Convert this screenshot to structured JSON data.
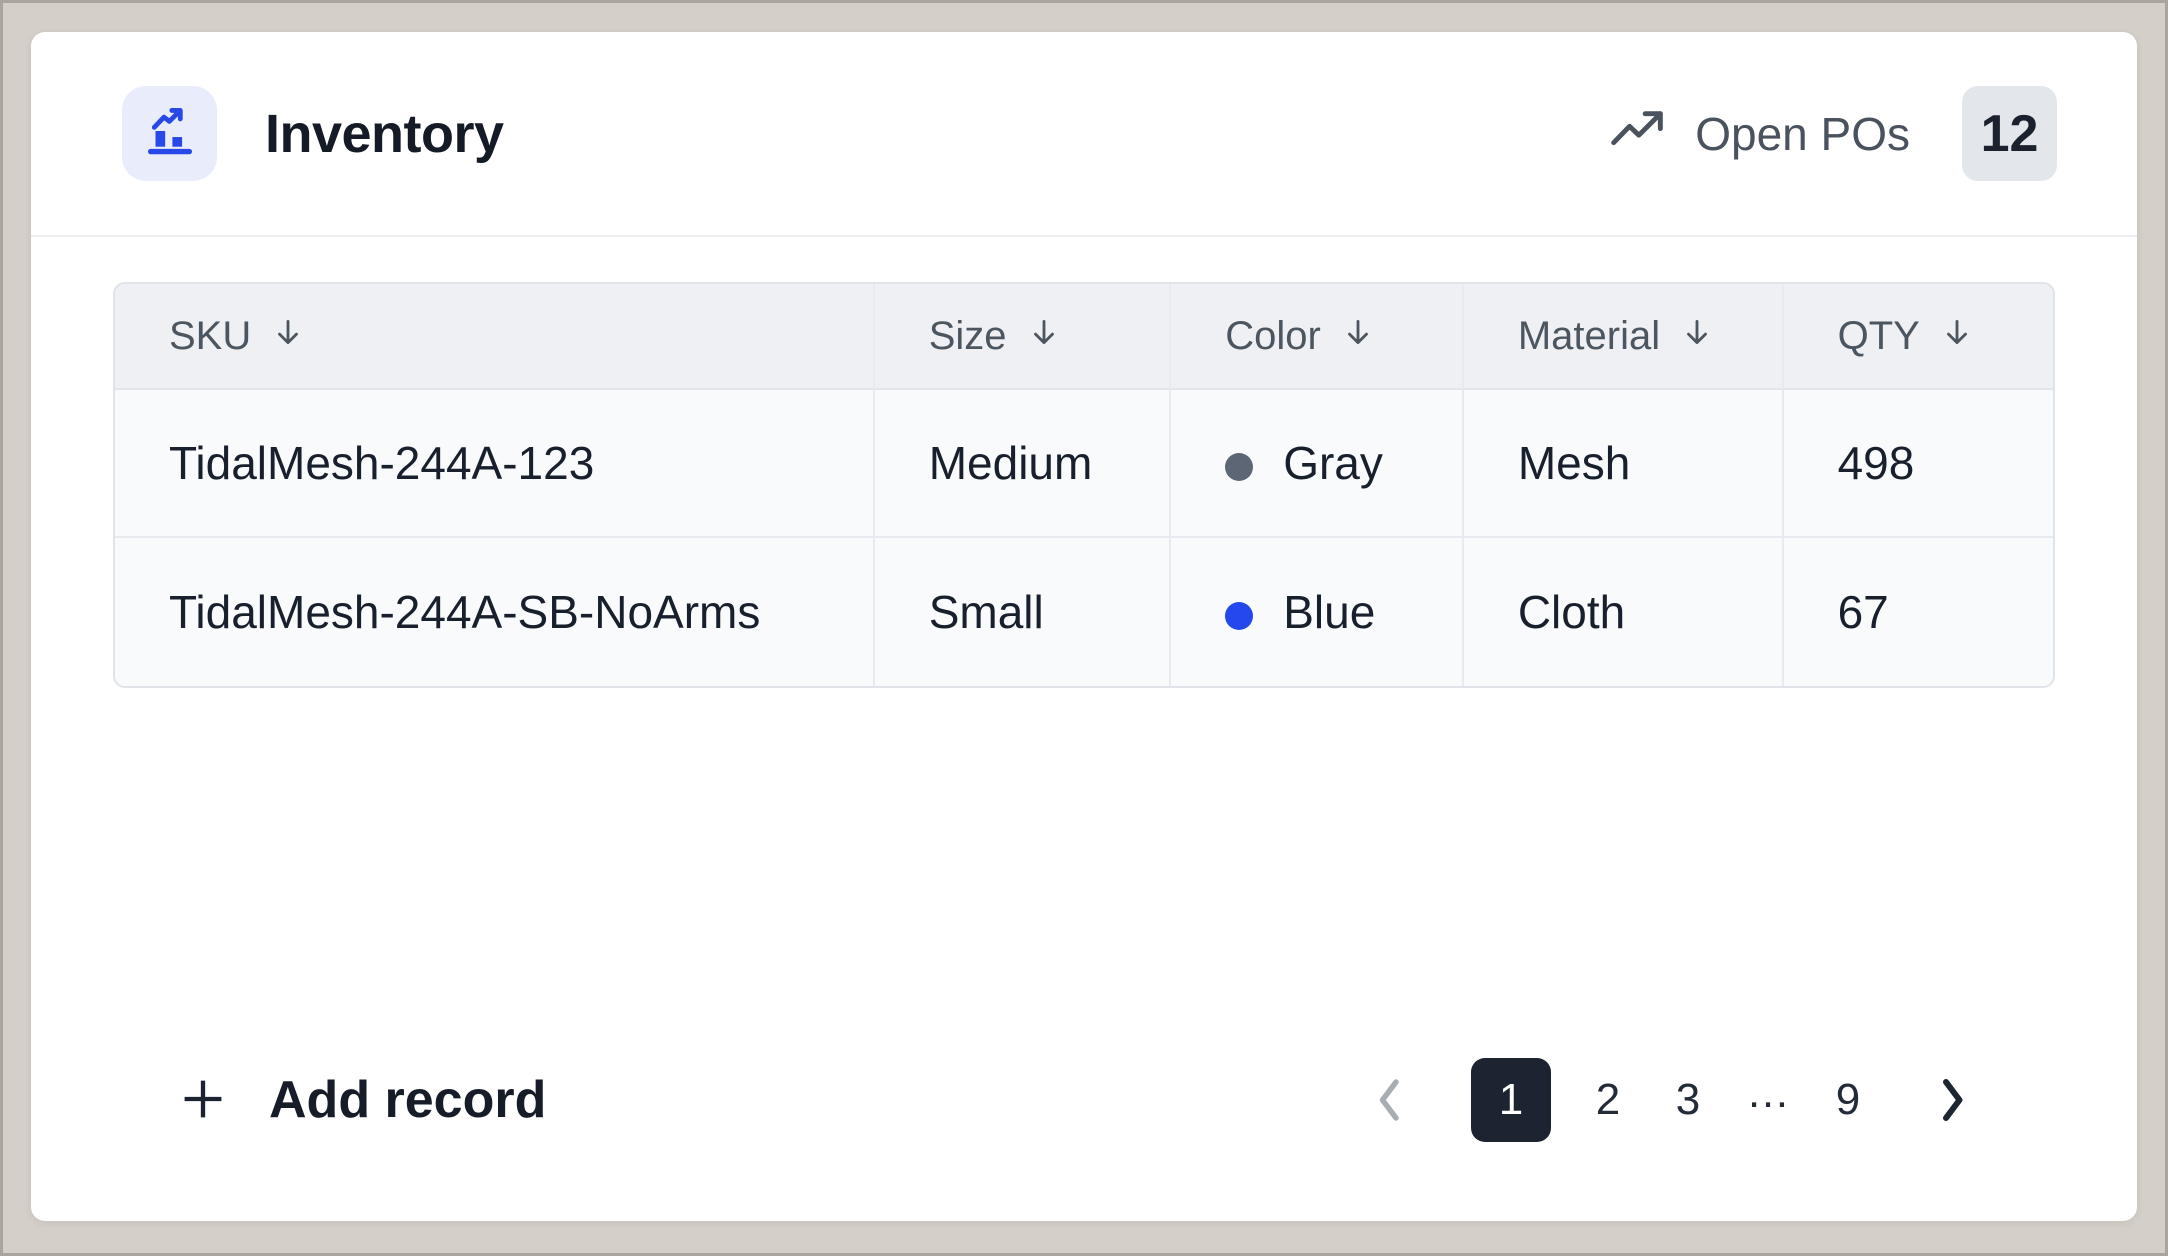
{
  "header": {
    "title": "Inventory",
    "open_pos": {
      "label": "Open POs",
      "count": "12"
    }
  },
  "icons": {
    "app": "bar-chart-trending-up-icon",
    "open_pos": "trending-up-icon",
    "sort": "arrow-down-icon",
    "add": "plus-icon",
    "prev": "chevron-left-icon",
    "next": "chevron-right-icon"
  },
  "table": {
    "columns": [
      "SKU",
      "Size",
      "Color",
      "Material",
      "QTY"
    ],
    "rows": [
      {
        "sku": "TidalMesh-244A-123",
        "size": "Medium",
        "color": {
          "label": "Gray",
          "hex": "#5c6674"
        },
        "material": "Mesh",
        "qty": "498"
      },
      {
        "sku": "TidalMesh-244A-SB-NoArms",
        "size": "Small",
        "color": {
          "label": "Blue",
          "hex": "#2547ee"
        },
        "material": "Cloth",
        "qty": "67"
      }
    ]
  },
  "footer": {
    "add_record_label": "Add record",
    "pagination": {
      "pages": [
        "1",
        "2",
        "3",
        "…",
        "9"
      ],
      "active_page": "1"
    }
  },
  "colors": {
    "page_background": "#d4cfc8",
    "card_background": "#ffffff",
    "accent_blue": "#2848e8",
    "icon_tile_background": "#e8ecfb",
    "active_page_background": "#1b2430",
    "badge_background": "#e3e6eb",
    "table_header_background": "#eef0f3",
    "row_background": "#f9fafb"
  }
}
